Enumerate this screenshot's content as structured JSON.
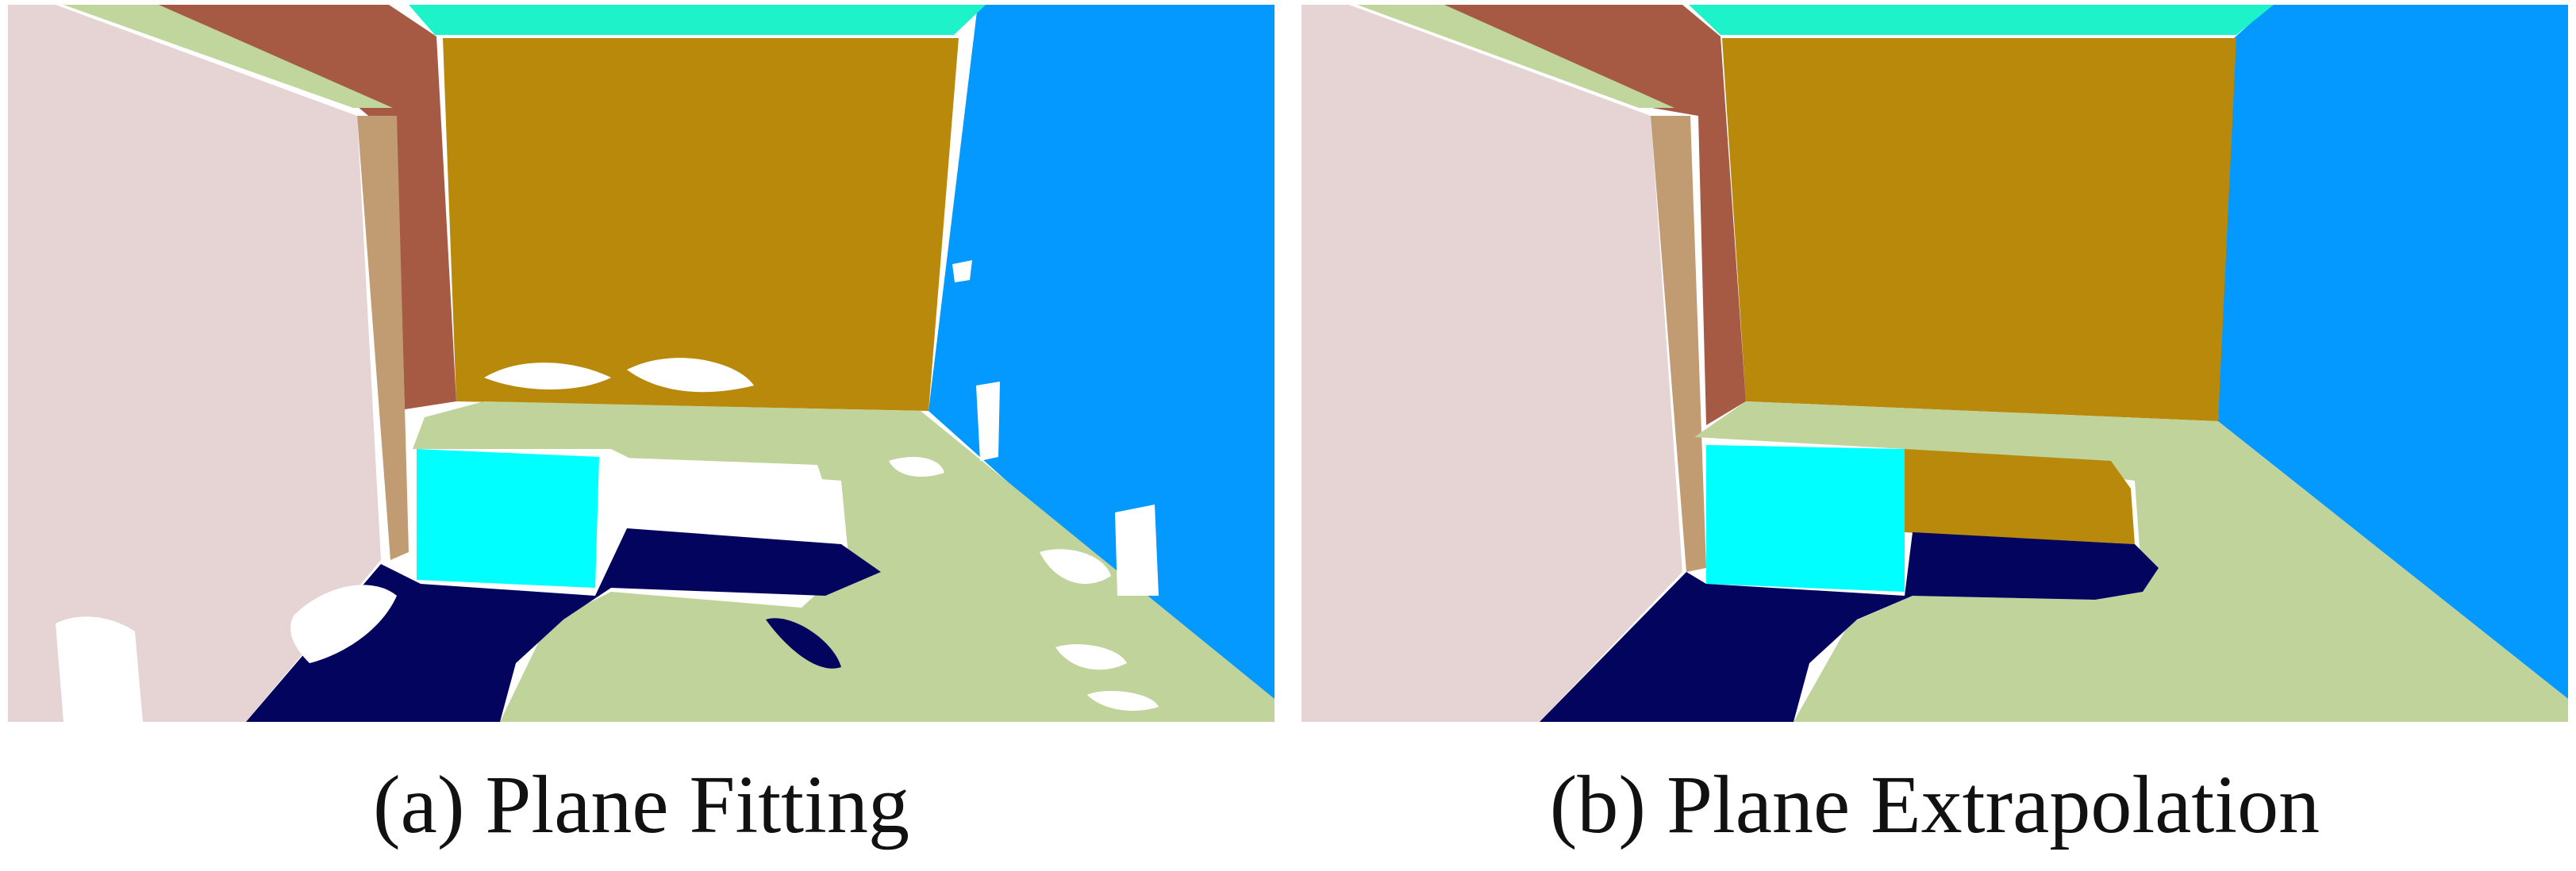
{
  "figure": {
    "panels": [
      {
        "id": "a",
        "caption": "(a) Plane Fitting"
      },
      {
        "id": "b",
        "caption": "(b) Plane Extrapolation"
      }
    ]
  },
  "colors": {
    "left_wall": "#e6d3d3",
    "ceiling_strip": "#c0d69c",
    "pillar_dark": "#a65a44",
    "pillar_light": "#c19b72",
    "ceiling": "#1ef2c8",
    "back_wall": "#b8890a",
    "right_wall": "#0499ff",
    "floor": "#bfd39b",
    "cyan_box": "#00ffff",
    "dark_floor": "#03045e",
    "unlabeled": "#ffffff"
  }
}
